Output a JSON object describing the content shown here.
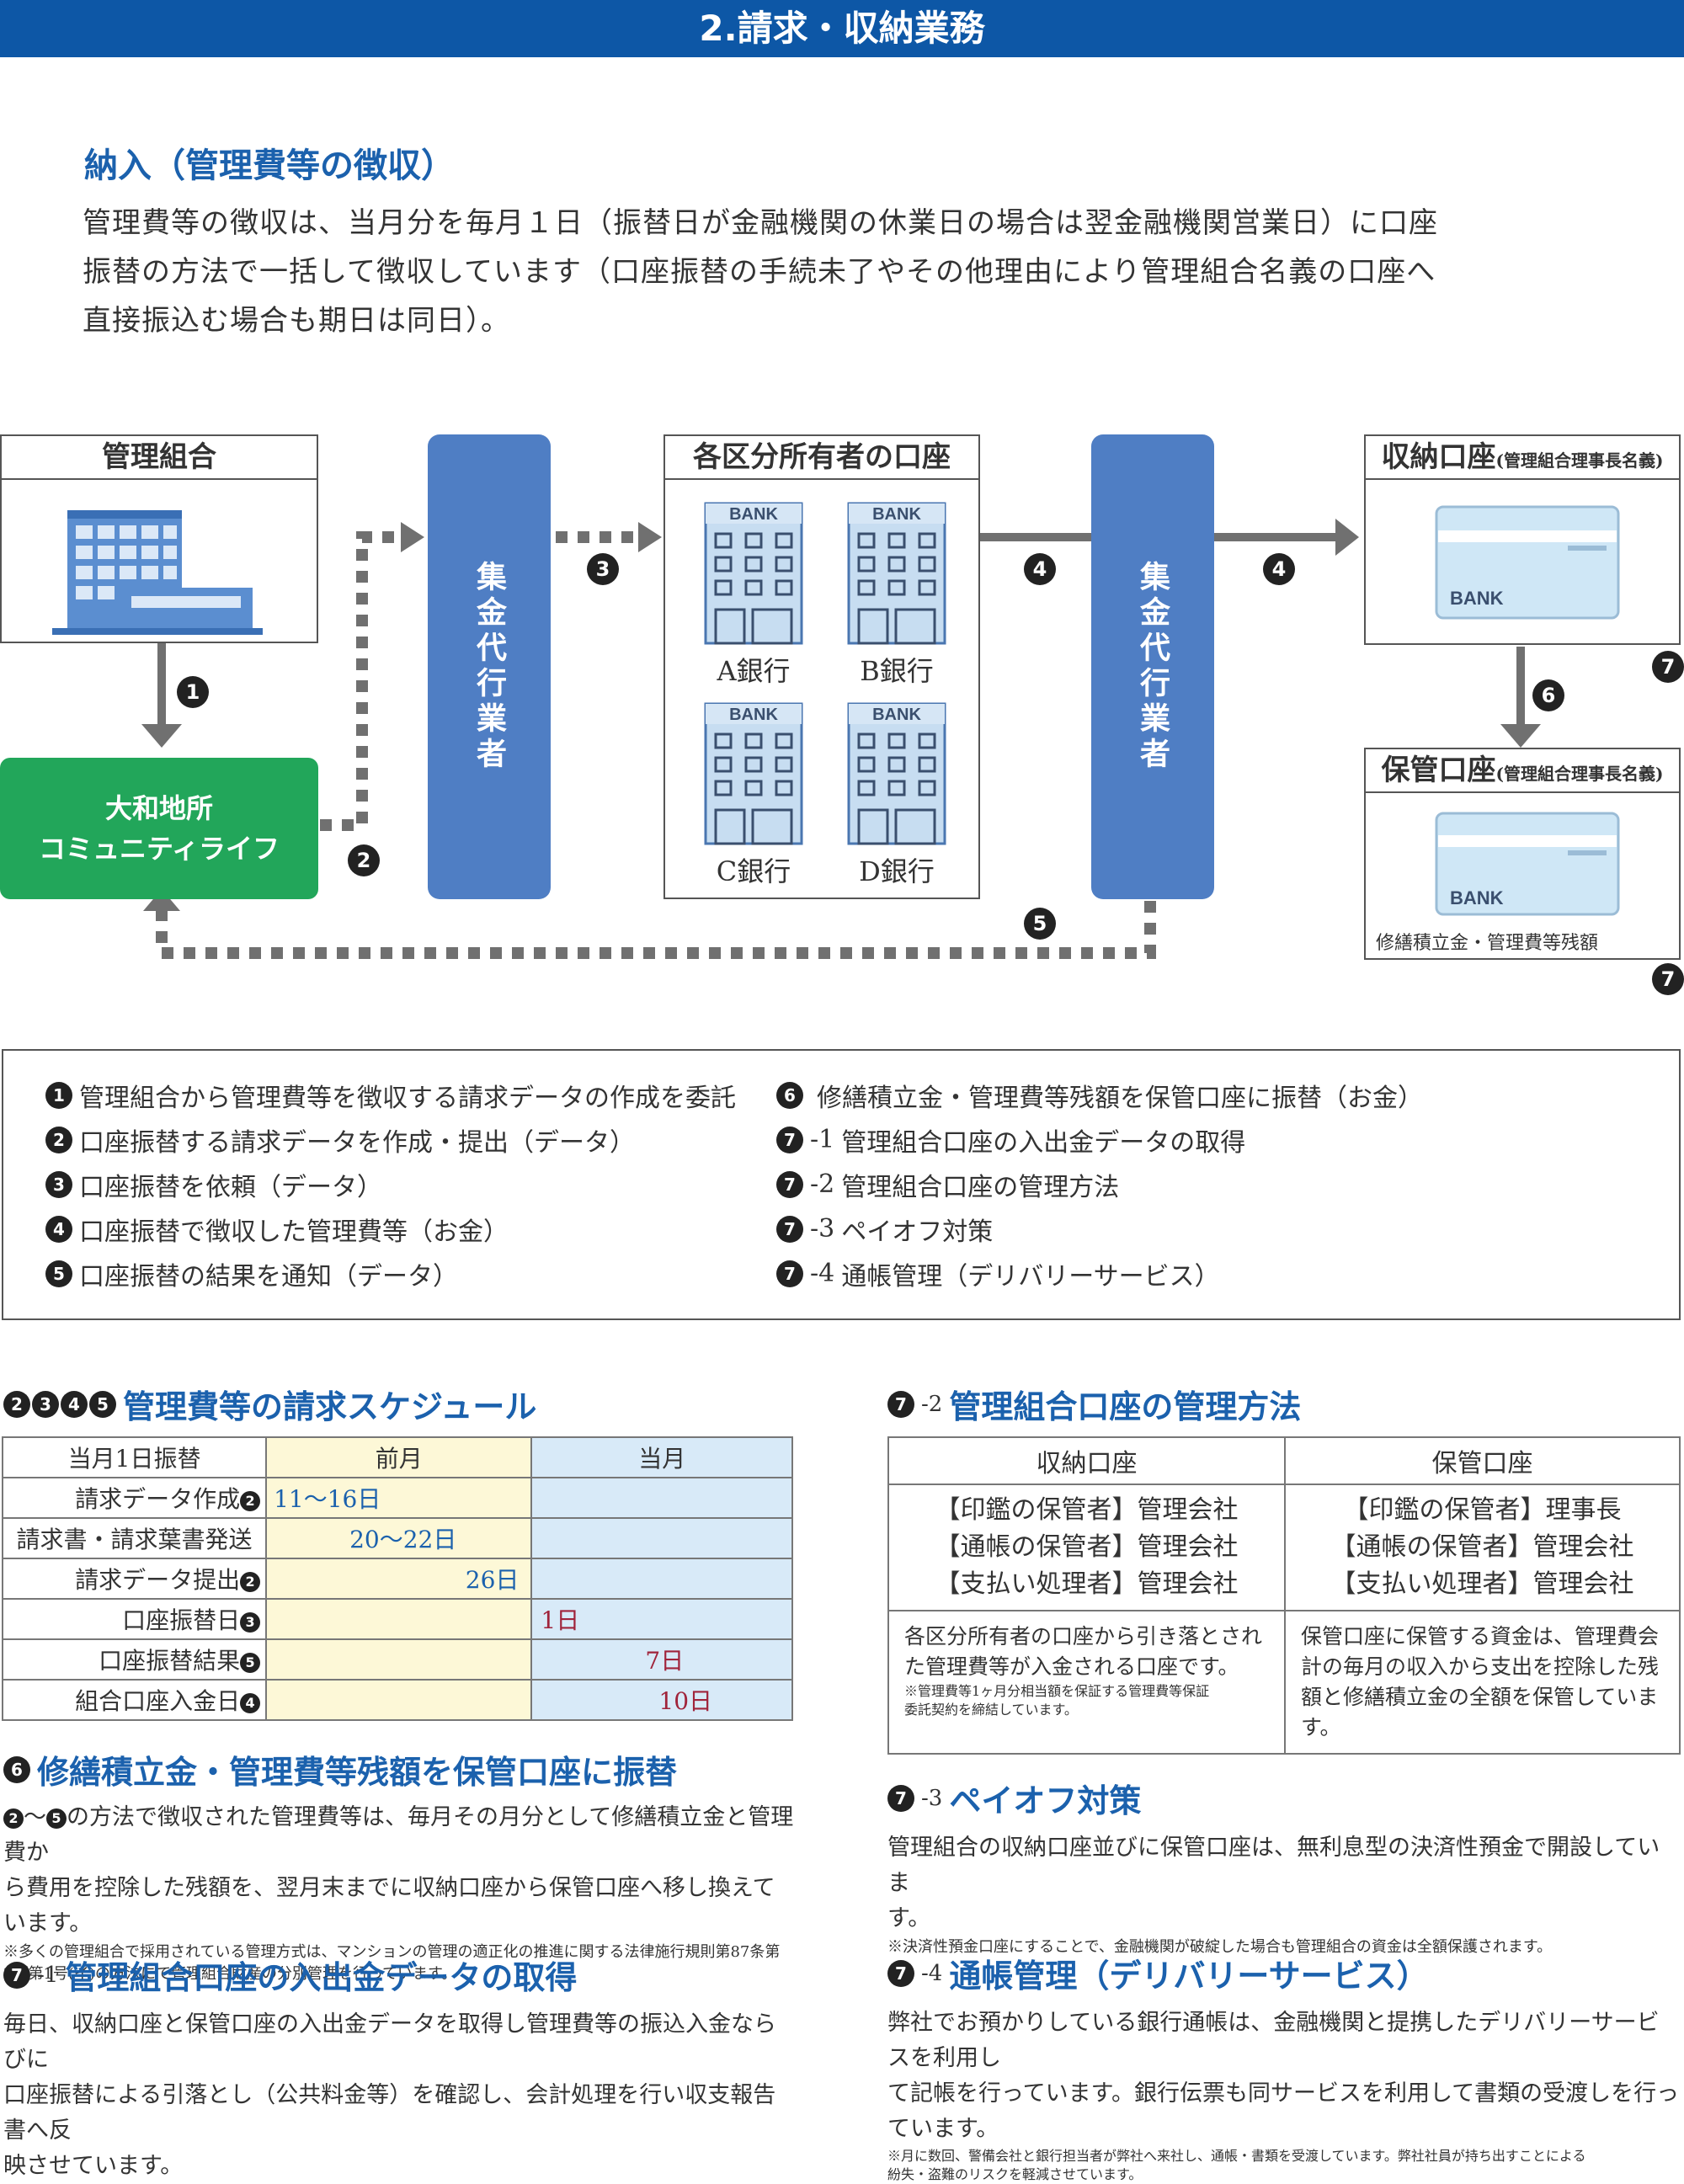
{
  "header": {
    "title": "2.請求・収納業務"
  },
  "intro": {
    "heading": "納入（管理費等の徴収）",
    "lines": [
      "管理費等の徴収は、当月分を毎月１日（振替日が金融機関の休業日の場合は翌金融機関営業日）に口座",
      "振替の方法で一括して徴収しています（口座振替の手続未了やその他理由により管理組合名義の口座へ",
      "直接振込む場合も期日は同日）。"
    ]
  },
  "diagram": {
    "association": "管理組合",
    "company_line1": "大和地所",
    "company_line2": "コミュニティライフ",
    "agent": "集金代行業者",
    "owners_accounts": "各区分所有者の口座",
    "bank_word": "BANK",
    "banks": [
      "A銀行",
      "B銀行",
      "C銀行",
      "D銀行"
    ],
    "receipt_account": "収納口座",
    "receipt_account_sub": "(管理組合理事長名義)",
    "custody_account": "保管口座",
    "custody_account_sub": "(管理組合理事長名義)",
    "custody_caption": "修繕積立金・管理費等残額",
    "step_numbers": [
      "1",
      "2",
      "3",
      "4",
      "5",
      "6",
      "7"
    ]
  },
  "legend": {
    "left": [
      {
        "num": "1",
        "text": "管理組合から管理費等を徴収する請求データの作成を委託"
      },
      {
        "num": "2",
        "text": "口座振替する請求データを作成・提出（データ）"
      },
      {
        "num": "3",
        "text": "口座振替を依頼（データ）"
      },
      {
        "num": "4",
        "text": "口座振替で徴収した管理費等（お金）"
      },
      {
        "num": "5",
        "text": "口座振替の結果を通知（データ）"
      }
    ],
    "right": [
      {
        "num": "6",
        "suffix": "",
        "text": "修繕積立金・管理費等残額を保管口座に振替（お金）"
      },
      {
        "num": "7",
        "suffix": "-1",
        "text": "管理組合口座の入出金データの取得"
      },
      {
        "num": "7",
        "suffix": "-2",
        "text": "管理組合口座の管理方法"
      },
      {
        "num": "7",
        "suffix": "-3",
        "text": "ペイオフ対策"
      },
      {
        "num": "7",
        "suffix": "-4",
        "text": "通帳管理（デリバリーサービス）"
      }
    ]
  },
  "schedule": {
    "title": "管理費等の請求スケジュール",
    "title_nums": [
      "2",
      "3",
      "4",
      "5"
    ],
    "headers": [
      "当月1日振替",
      "前月",
      "当月"
    ],
    "rows": [
      {
        "label": "請求データ作成",
        "num": "2",
        "value": "11～16日"
      },
      {
        "label": "請求書・請求葉書発送",
        "num": "",
        "value": "20～22日"
      },
      {
        "label": "請求データ提出",
        "num": "2",
        "value": "26日"
      },
      {
        "label": "口座振替日",
        "num": "3",
        "value": "1日"
      },
      {
        "label": "口座振替結果",
        "num": "5",
        "value": "7日"
      },
      {
        "label": "組合口座入金日",
        "num": "4",
        "value": "10日"
      }
    ]
  },
  "section6": {
    "num": "6",
    "title": "修繕積立金・管理費等残額を保管口座に振替",
    "range_start": "2",
    "range_tilde": "～",
    "range_end": "5",
    "line1": "の方法で徴収された管理費等は、毎月その月分として修繕積立金と管理費か",
    "line2": "ら費用を控除した残額を、翌月末までに収納口座から保管口座へ移し換えています。",
    "note1": "※多くの管理組合で採用されている管理方式は、マンションの管理の適正化の推進に関する法律施行規則第87条第",
    "note2": "2項第1号(イ)の方法にて管理組合財産の分別管理を行っています。"
  },
  "section7_1": {
    "num": "7",
    "suffix": "-1",
    "title": "管理組合口座の入出金データの取得",
    "lines": [
      "毎日、収納口座と保管口座の入出金データを取得し管理費等の振込入金ならびに",
      "口座振替による引落とし（公共料金等）を確認し、会計処理を行い収支報告書へ反",
      "映させています。"
    ]
  },
  "section7_2": {
    "num": "7",
    "suffix": "-2",
    "title": "管理組合口座の管理方法",
    "headers": [
      "収納口座",
      "保管口座"
    ],
    "left_roles": [
      "【印鑑の保管者】管理会社",
      "【通帳の保管者】管理会社",
      "【支払い処理者】管理会社"
    ],
    "right_roles": [
      "【印鑑の保管者】理事長",
      "【通帳の保管者】管理会社",
      "【支払い処理者】管理会社"
    ],
    "left_desc": [
      "各区分所有者の口座から引き落とされ",
      "た管理費等が入金される口座です。"
    ],
    "left_note": [
      "※管理費等1ヶ月分相当額を保証する管理費等保証",
      "委託契約を締結しています。"
    ],
    "right_desc": [
      "保管口座に保管する資金は、管理費会",
      "計の毎月の収入から支出を控除した残",
      "額と修繕積立金の全額を保管しています。"
    ]
  },
  "section7_3": {
    "num": "7",
    "suffix": "-3",
    "title": "ペイオフ対策",
    "lines": [
      "管理組合の収納口座並びに保管口座は、無利息型の決済性預金で開設していま",
      "す。"
    ],
    "note": "※決済性預金口座にすることで、金融機関が破綻した場合も管理組合の資金は全額保護されます。"
  },
  "section7_4": {
    "num": "7",
    "suffix": "-4",
    "title": "通帳管理（デリバリーサービス）",
    "lines": [
      "弊社でお預かりしている銀行通帳は、金融機関と提携したデリバリーサービスを利用し",
      "て記帳を行っています。銀行伝票も同サービスを利用して書類の受渡しを行っています。"
    ],
    "notes": [
      "※月に数回、警備会社と銀行担当者が弊社へ来社し、通帳・書類を受渡しています。弊社社員が持ち出すことによる",
      "紛失・盗難のリスクを軽減させています。"
    ]
  },
  "colors": {
    "banner": "#0d57a6",
    "heading_blue": "#1b61ad",
    "agent_blue": "#4f7ec4",
    "company_green": "#22a65a",
    "arrow_gray": "#707070",
    "prev_month": "#fdf8d7",
    "curr_month": "#d8eaf8",
    "value_red": "#a0243b"
  }
}
